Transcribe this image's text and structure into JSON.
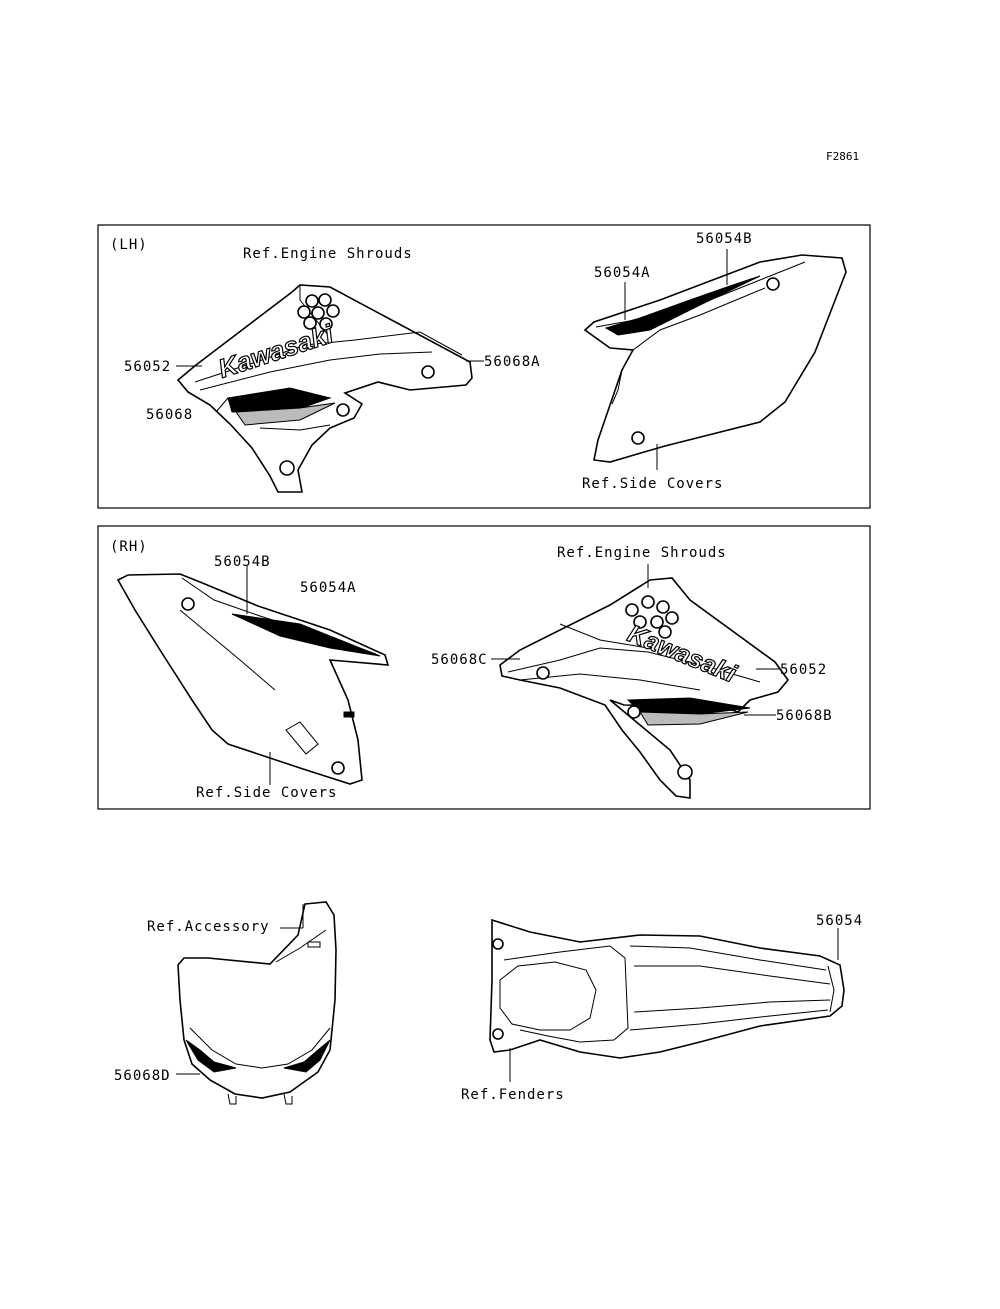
{
  "figure_code": "F2861",
  "panels": {
    "lh": {
      "side_label": "(LH)",
      "ref_engine_shrouds": "Ref.Engine Shrouds",
      "ref_side_covers": "Ref.Side Covers",
      "parts": [
        "56052",
        "56068",
        "56068A",
        "56054A",
        "56054B"
      ],
      "brand_text": "Kawasaki"
    },
    "rh": {
      "side_label": "(RH)",
      "ref_engine_shrouds": "Ref.Engine Shrouds",
      "ref_side_covers": "Ref.Side Covers",
      "parts": [
        "56054B",
        "56054A",
        "56068C",
        "56052",
        "56068B"
      ],
      "brand_text": "Kawasaki"
    }
  },
  "bottom": {
    "ref_accessory": "Ref.Accessory",
    "ref_fenders": "Ref.Fenders",
    "part_number_plate": "56068D",
    "part_rear_fender": "56054"
  }
}
